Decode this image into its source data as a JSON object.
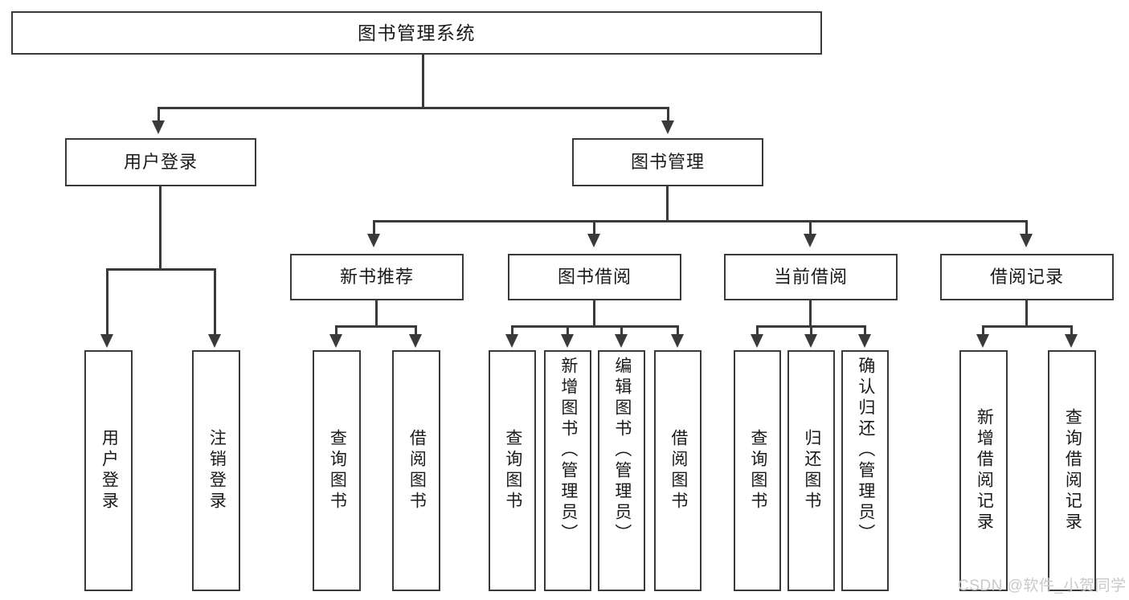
{
  "diagram": {
    "title_node": {
      "label": "图书管理系统"
    },
    "level1": [
      {
        "id": "user-login",
        "label": "用户登录"
      },
      {
        "id": "book-manage",
        "label": "图书管理"
      }
    ],
    "level2": [
      {
        "id": "new-book-recommend",
        "label": "新书推荐"
      },
      {
        "id": "book-borrow",
        "label": "图书借阅"
      },
      {
        "id": "current-borrow",
        "label": "当前借阅"
      },
      {
        "id": "borrow-record",
        "label": "借阅记录"
      }
    ],
    "leaves": {
      "user_login": [
        {
          "id": "leaf-user-login",
          "label": "用户登录"
        },
        {
          "id": "leaf-logout-login",
          "label": "注销登录"
        }
      ],
      "new_book_recommend": [
        {
          "id": "leaf-query-book-1",
          "label": "查询图书"
        },
        {
          "id": "leaf-borrow-book-1",
          "label": "借阅图书"
        }
      ],
      "book_borrow": [
        {
          "id": "leaf-query-book-2",
          "label": "查询图书"
        },
        {
          "id": "leaf-add-book",
          "label": "新增图书（管理员）"
        },
        {
          "id": "leaf-edit-book",
          "label": "编辑图书（管理员）"
        },
        {
          "id": "leaf-borrow-book-2",
          "label": "借阅图书"
        }
      ],
      "current_borrow": [
        {
          "id": "leaf-query-book-3",
          "label": "查询图书"
        },
        {
          "id": "leaf-return-book",
          "label": "归还图书"
        },
        {
          "id": "leaf-confirm-return",
          "label": "确认归还（管理员）"
        }
      ],
      "borrow_record": [
        {
          "id": "leaf-add-record",
          "label": "新增借阅记录"
        },
        {
          "id": "leaf-query-record",
          "label": "查询借阅记录"
        }
      ]
    },
    "watermark": "CSDN @软件_小贺同学",
    "colors": {
      "stroke": "#3a3a3a",
      "text": "#1a1a1a",
      "background": "#ffffff",
      "watermark": "#c9c9c9"
    }
  }
}
